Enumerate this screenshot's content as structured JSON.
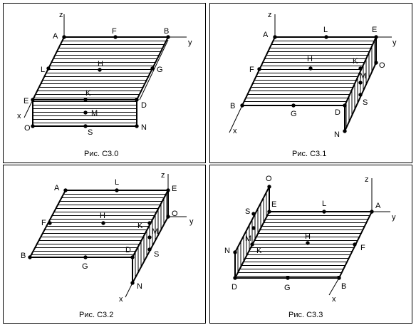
{
  "panels": [
    {
      "caption": "Рис. С3.0",
      "axes": {
        "z": "z",
        "y": "y",
        "x": "x"
      },
      "points": {
        "A": "A",
        "F": "F",
        "B": "B",
        "L": "L",
        "H": "H",
        "G": "G",
        "K": "K",
        "E": "E",
        "D": "D",
        "M": "M",
        "O": "O",
        "S": "S",
        "N": "N"
      }
    },
    {
      "caption": "Рис. С3.1",
      "axes": {
        "z": "z",
        "y": "y",
        "x": "x"
      },
      "points": {
        "A": "A",
        "L": "L",
        "E": "E",
        "H": "H",
        "K": "K",
        "F": "F",
        "O": "O",
        "M": "M",
        "B": "B",
        "G": "G",
        "D": "D",
        "S": "S",
        "N": "N"
      }
    },
    {
      "caption": "Рис. С3.2",
      "axes": {
        "z": "z",
        "y": "y",
        "x": "x"
      },
      "points": {
        "A": "A",
        "L": "L",
        "E": "E",
        "H": "H",
        "O": "O",
        "F": "F",
        "K": "K",
        "M": "M",
        "B": "B",
        "D": "D",
        "G": "G",
        "S": "S",
        "N": "N"
      }
    },
    {
      "caption": "Рис. С3.3",
      "axes": {
        "z": "z",
        "y": "y",
        "x": "x"
      },
      "points": {
        "O": "O",
        "S": "S",
        "E": "E",
        "L": "L",
        "A": "A",
        "M": "M",
        "H": "H",
        "N": "N",
        "K": "K",
        "F": "F",
        "D": "D",
        "G": "G",
        "B": "B"
      }
    }
  ]
}
